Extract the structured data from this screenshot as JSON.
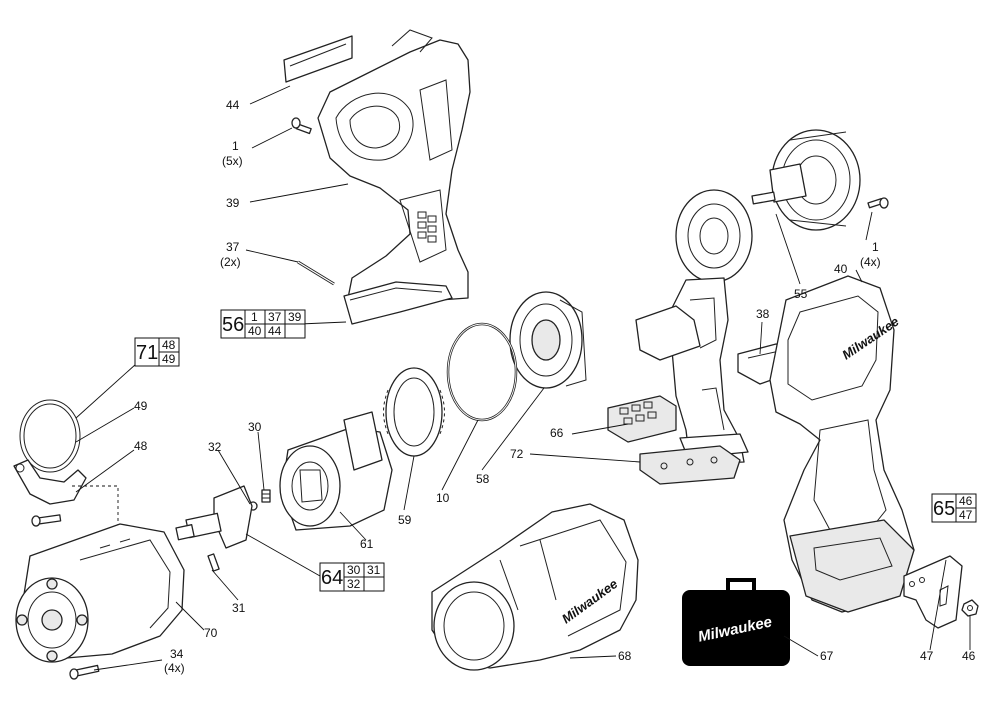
{
  "labels": {
    "p44": "44",
    "p1a": "1",
    "p1a_qty": "(5x)",
    "p39": "39",
    "p37": "37",
    "p37_qty": "(2x)",
    "p1b": "1",
    "p1b_qty": "(4x)",
    "p40": "40",
    "p55": "55",
    "p38": "38",
    "p49": "49",
    "p48": "48",
    "p30": "30",
    "p32": "32",
    "p66": "66",
    "p72": "72",
    "p58": "58",
    "p10": "10",
    "p59": "59",
    "p61": "61",
    "p31": "31",
    "p70": "70",
    "p34": "34",
    "p34_qty": "(4x)",
    "p68": "68",
    "p67": "67",
    "p47": "47",
    "p46": "46"
  },
  "kits": {
    "k56": {
      "id": "56",
      "row1": [
        "1",
        "37",
        "39"
      ],
      "row2": [
        "40",
        "44",
        ""
      ]
    },
    "k71": {
      "id": "71",
      "row1": [
        "48"
      ],
      "row2": [
        "49"
      ]
    },
    "k64": {
      "id": "64",
      "row1": [
        "30",
        "31"
      ],
      "row2": [
        "32",
        ""
      ]
    },
    "k65": {
      "id": "65",
      "row1": [
        "46"
      ],
      "row2": [
        "47"
      ]
    }
  },
  "brand": {
    "housing": "Milwaukee",
    "boot": "Milwaukee",
    "case": "Milwaukee"
  }
}
